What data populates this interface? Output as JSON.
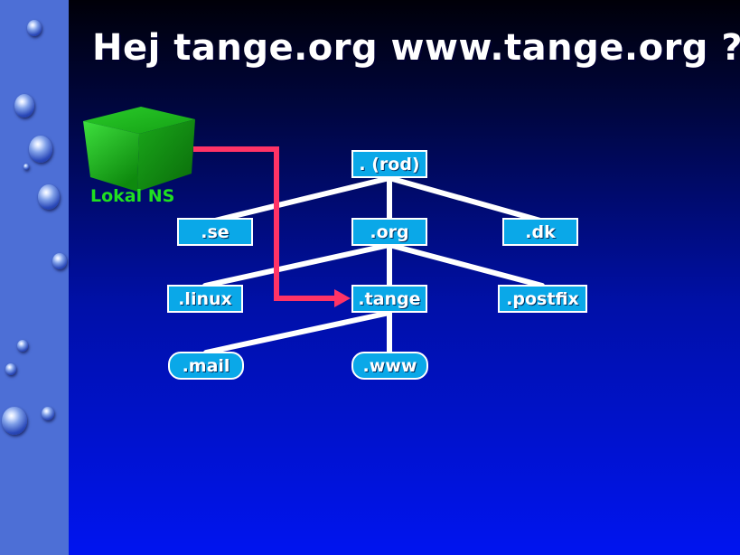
{
  "title": "Hej tange.org www.tange.org ?",
  "local_ns_label": "Lokal NS",
  "nodes": {
    "root": ". (rod)",
    "se": ".se",
    "org": ".org",
    "dk": ".dk",
    "linux": ".linux",
    "tange": ".tange",
    "postfix": ".postfix",
    "mail": ".mail",
    "www": ".www"
  },
  "colors": {
    "node_fill": "#0aa8e8",
    "node_border": "#ffffff",
    "edge": "#ffffff",
    "query_arrow": "#ff3366",
    "local_ns_label": "#20e020",
    "cube": "#22c022",
    "sidebar": "#4d6fd6"
  },
  "icons": {
    "local_ns": "green-cube-icon",
    "decoration": "water-drop-icon"
  }
}
